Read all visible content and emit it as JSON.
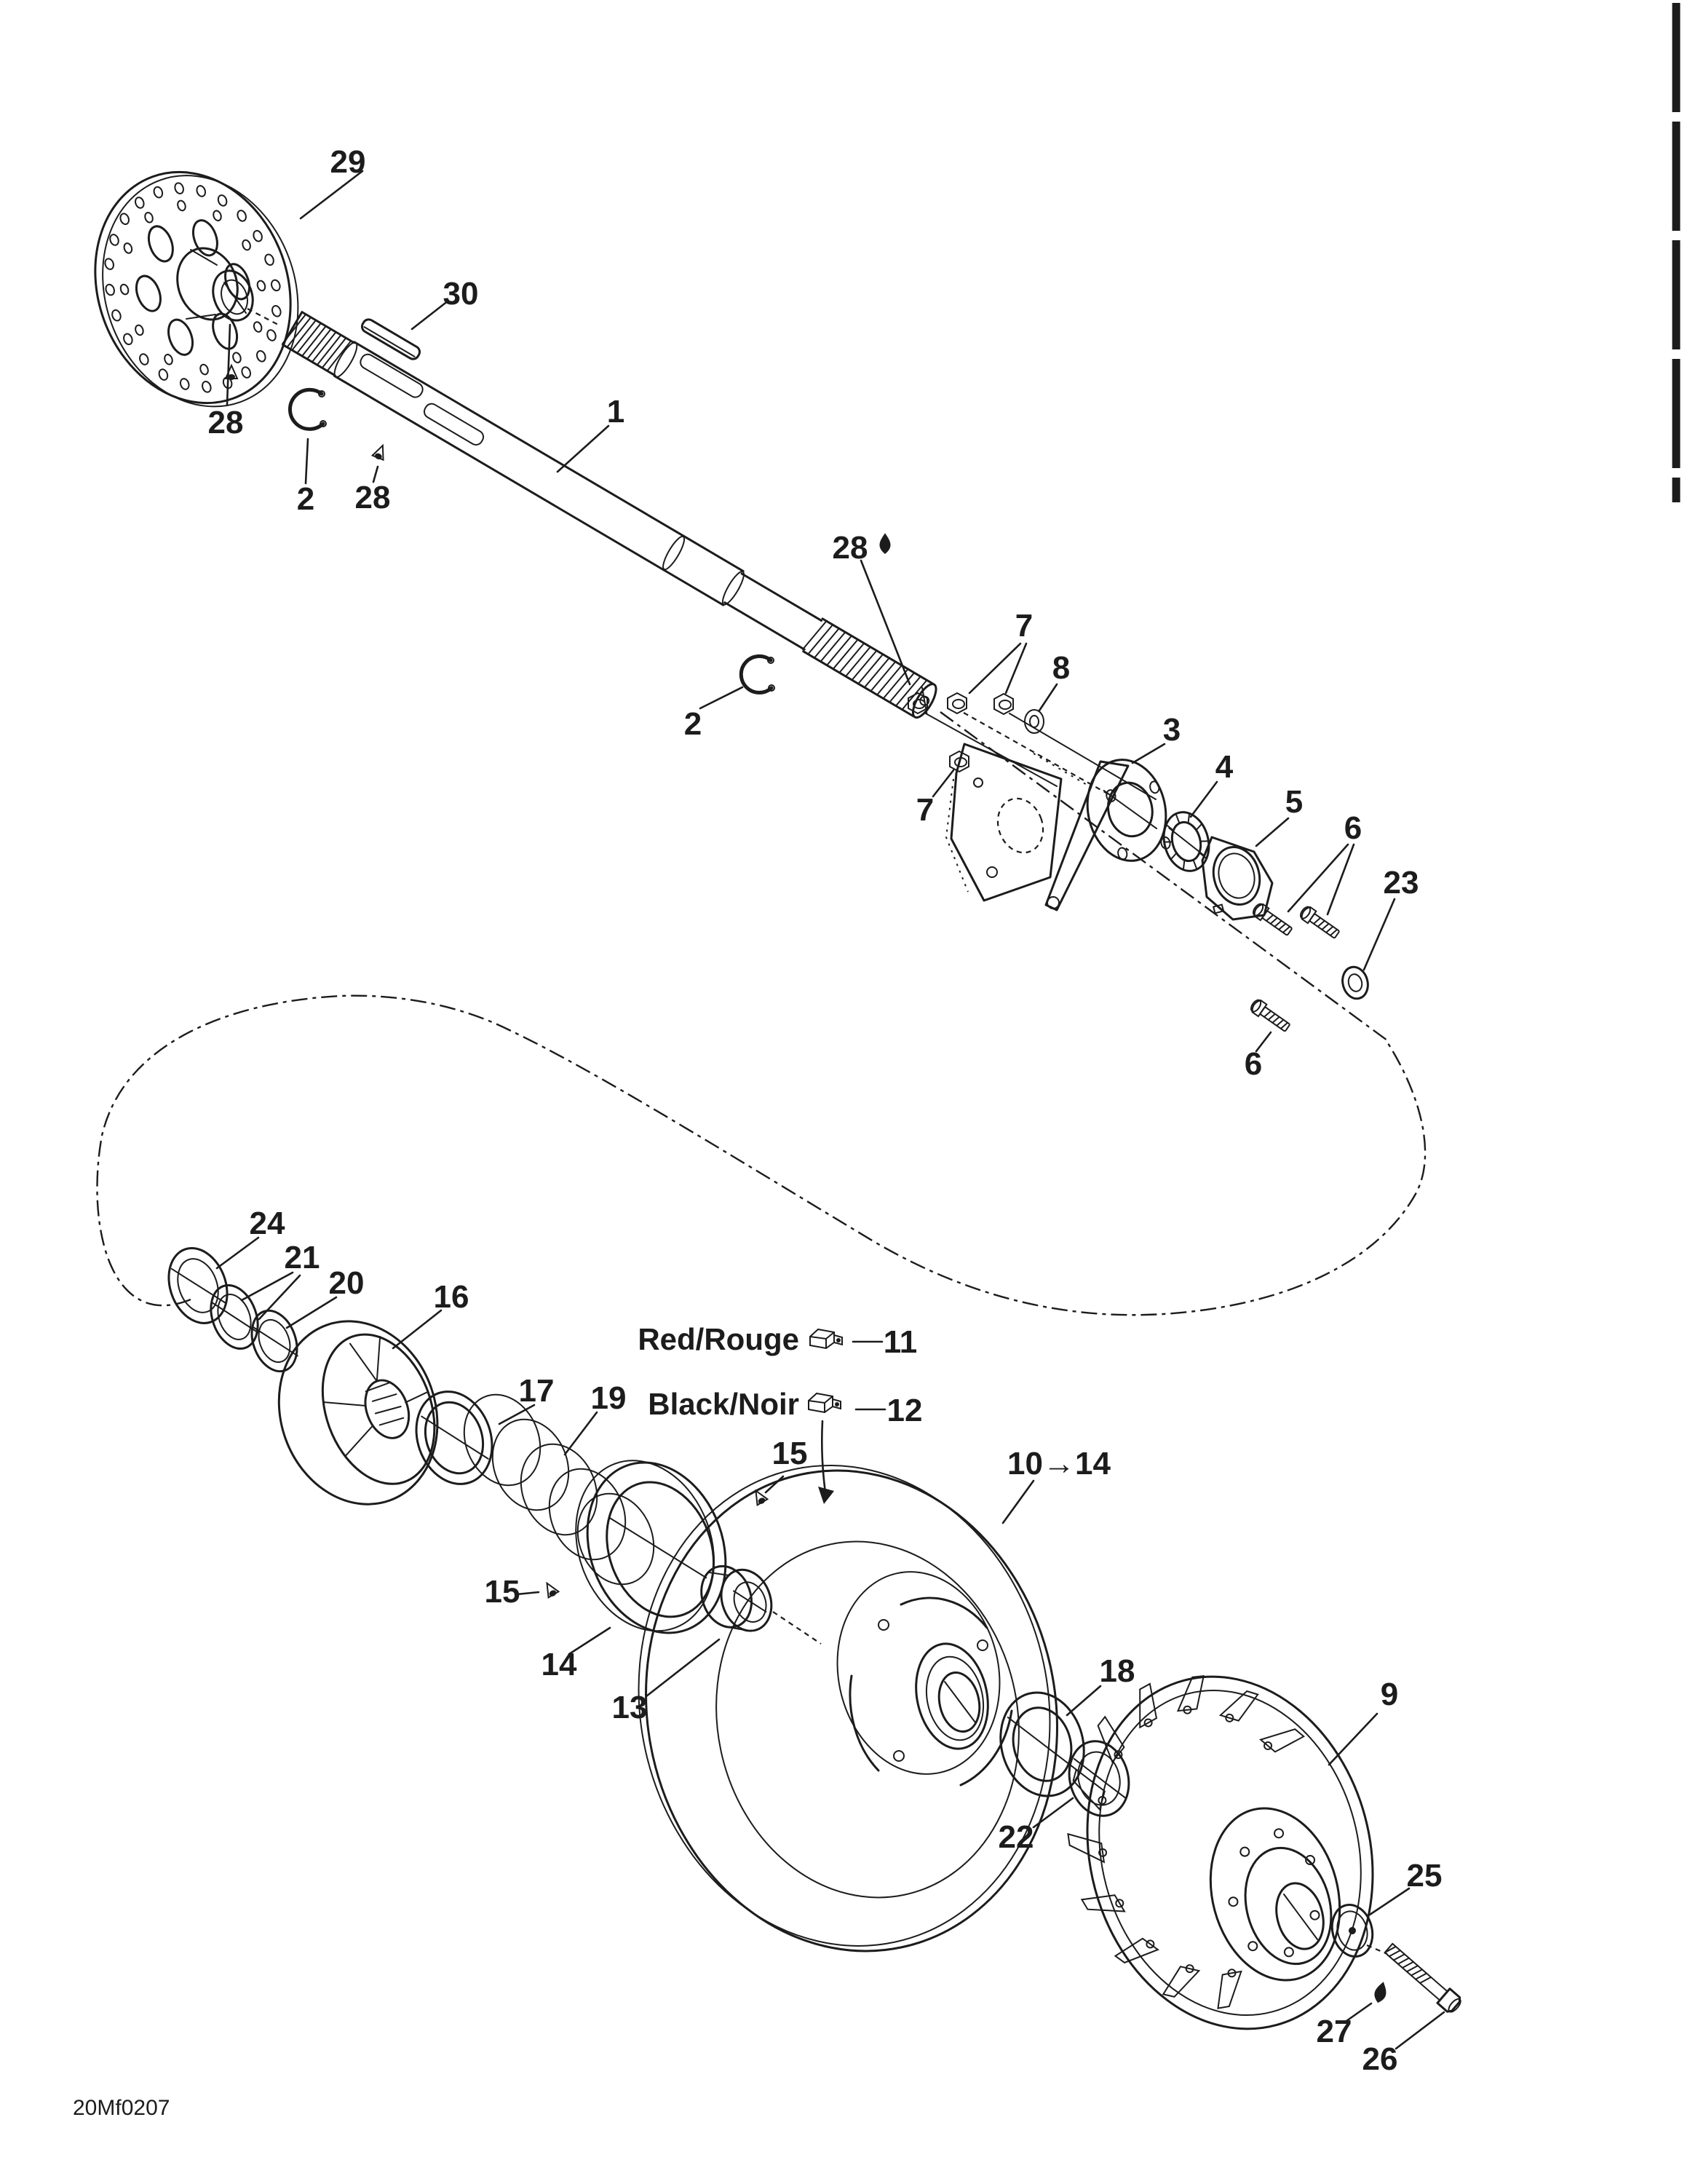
{
  "colors": {
    "ink": "#1c1c1c",
    "paper": "#ffffff"
  },
  "figure": {
    "code": "20Mf0207"
  },
  "legend": {
    "red": "Red/Rouge",
    "black": "Black/Noir"
  },
  "icons": {
    "thread_lock": "droplet-icon",
    "direction": "arrow-down-icon",
    "red_block": "red-slider-block-icon",
    "black_block": "black-slider-block-icon"
  },
  "callouts": {
    "c29": "29",
    "c30": "30",
    "c28a": "28",
    "c2a": "2",
    "c28b": "28",
    "c1": "1",
    "c28c": "28",
    "c2b": "2",
    "c7a": "7",
    "c8": "8",
    "c7b": "7",
    "c3": "3",
    "c4": "4",
    "c5": "5",
    "c6a": "6",
    "c23": "23",
    "c6b": "6",
    "c24": "24",
    "c21": "21",
    "c20": "20",
    "c16": "16",
    "c17": "17",
    "c19": "19",
    "c11": "11",
    "c12": "12",
    "c15a": "15",
    "c1014": "10→14",
    "c15b": "15",
    "c14": "14",
    "c13": "13",
    "c18": "18",
    "c9": "9",
    "c22": "22",
    "c25": "25",
    "c27": "27",
    "c26": "26"
  }
}
